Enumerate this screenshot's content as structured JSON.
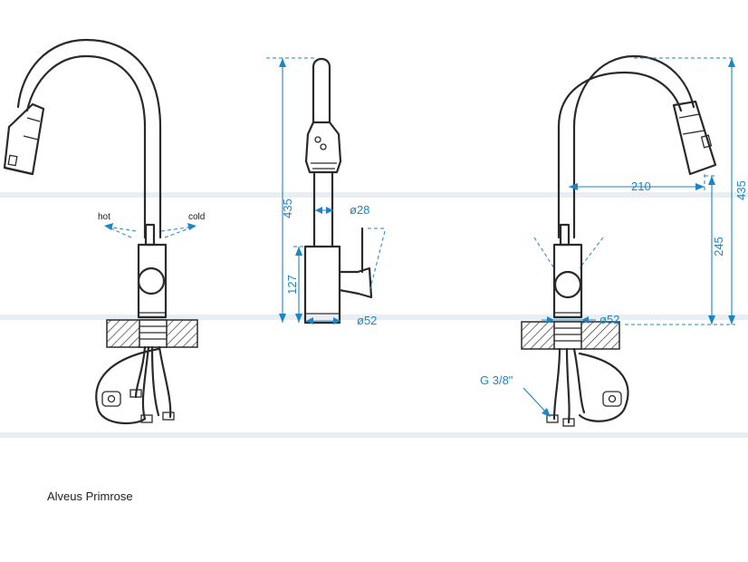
{
  "labels": {
    "hot": "hot",
    "cold": "cold",
    "thread": "G 3/8\""
  },
  "dimensions": {
    "side_height": "435",
    "side_pipe_dia": "ø28",
    "side_body_height": "127",
    "side_base_dia": "ø52",
    "right_height": "435",
    "right_reach": "210",
    "right_spout_height": "245",
    "right_base_dia": "ø52"
  },
  "caption": "Alveus Primrose",
  "colors": {
    "dimension": "#1a86c8",
    "drawing": "#2a2a2a"
  }
}
